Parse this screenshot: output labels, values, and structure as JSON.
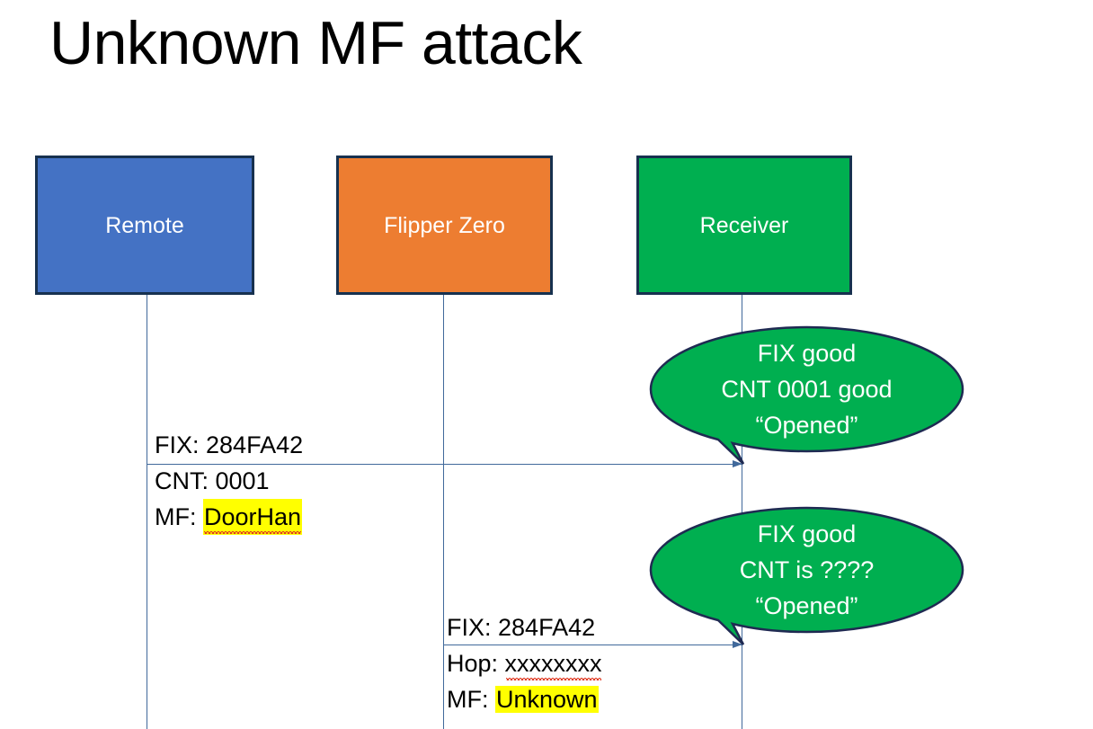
{
  "slide": {
    "title": "Unknown MF attack",
    "background_color": "#ffffff"
  },
  "colors": {
    "remote_fill": "#4472c4",
    "flipper_fill": "#ed7d31",
    "receiver_fill": "#00af50",
    "box_border": "#17314f",
    "lifeline": "#41699b",
    "bubble_fill": "#00af50",
    "bubble_border": "#1f2a52",
    "highlight": "#ffff00",
    "spellcheck_underline": "#e03b24",
    "text": "#000000",
    "box_label_text": "#ffffff"
  },
  "actors": [
    {
      "name": "remote",
      "label": "Remote"
    },
    {
      "name": "flipper",
      "label": "Flipper Zero"
    },
    {
      "name": "receiver",
      "label": "Receiver"
    }
  ],
  "messages": [
    {
      "from": "remote",
      "to": "receiver",
      "lines": [
        {
          "prefix": "FIX: ",
          "value": "284FA42",
          "highlight": false,
          "squiggle": false
        },
        {
          "prefix": "CNT: ",
          "value": "0001",
          "highlight": false,
          "squiggle": false
        },
        {
          "prefix": "MF: ",
          "value": "DoorHan",
          "highlight": true,
          "squiggle": true
        }
      ]
    },
    {
      "from": "flipper",
      "to": "receiver",
      "lines": [
        {
          "prefix": "FIX: ",
          "value": "284FA42",
          "highlight": false,
          "squiggle": false
        },
        {
          "prefix": "Hop: ",
          "value": "xxxxxxxx",
          "highlight": false,
          "squiggle": true
        },
        {
          "prefix": "MF: ",
          "value": "Unknown",
          "highlight": true,
          "squiggle": false
        }
      ]
    }
  ],
  "bubbles": [
    {
      "name": "receiver-response-1",
      "lines": [
        "FIX good",
        "CNT 0001 good",
        "“Opened”"
      ]
    },
    {
      "name": "receiver-response-2",
      "lines": [
        "FIX good",
        "CNT is ????",
        "“Opened”"
      ]
    }
  ]
}
